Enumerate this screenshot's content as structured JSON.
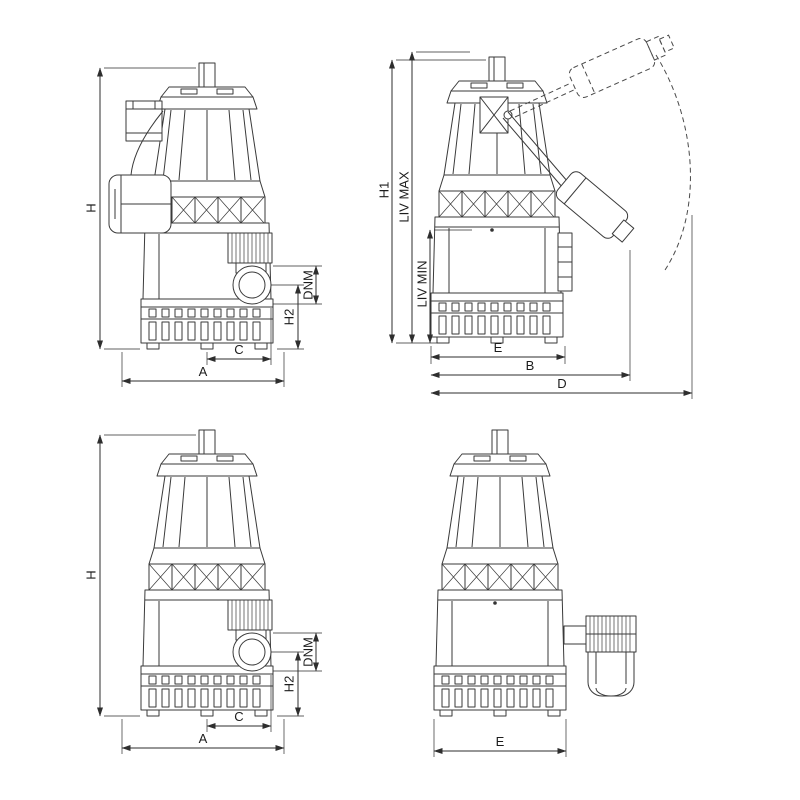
{
  "colors": {
    "background": "#ffffff",
    "drawing_line": "#3a3a3a",
    "dimension_line": "#2e2e2e",
    "label_text": "#1c1c1c"
  },
  "views": {
    "top_left": {
      "dims": {
        "h": "H",
        "a": "A",
        "c": "C",
        "h2": "H2",
        "dnm": "DNM"
      }
    },
    "top_right": {
      "dims": {
        "h1": "H1",
        "liv_max": "LIV MAX",
        "liv_min": "LIV MIN",
        "e": "E",
        "b": "B",
        "d": "D"
      }
    },
    "bottom_left": {
      "dims": {
        "h": "H",
        "a": "A",
        "c": "C",
        "h2": "H2",
        "dnm": "DNM"
      }
    },
    "bottom_right": {
      "dims": {
        "e": "E"
      }
    }
  }
}
